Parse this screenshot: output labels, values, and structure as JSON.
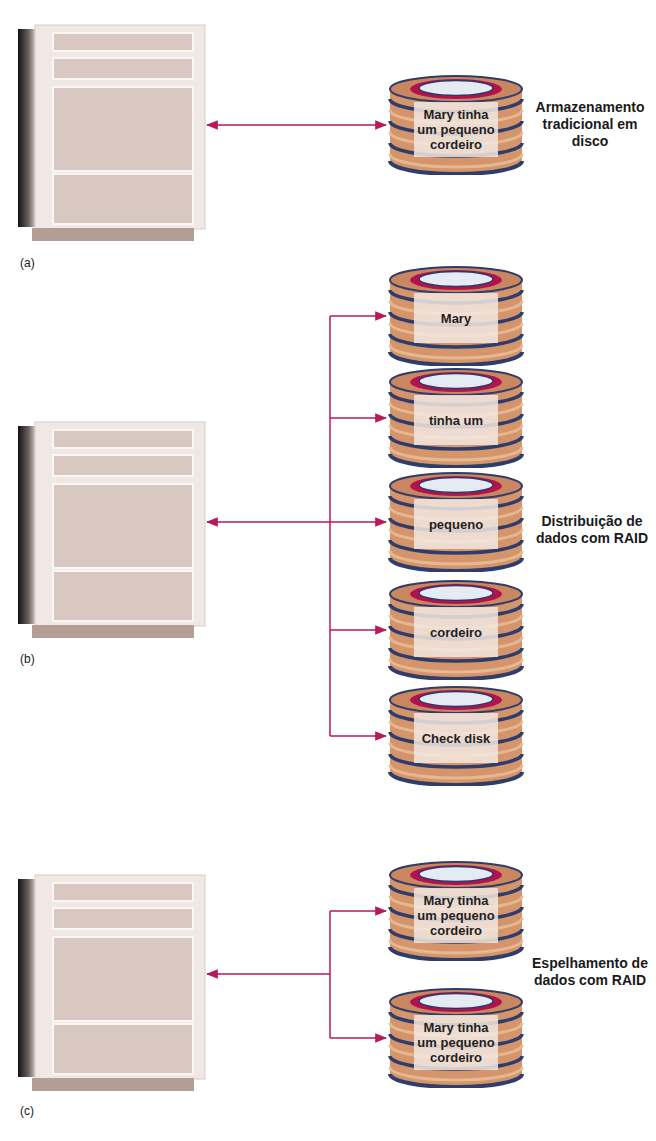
{
  "diagram": {
    "nodes": [
      {
        "text": [
          "Mary tinha um pequeno cordeiro"
        ]
      },
      {
        "text": [
          "Mary"
        ]
      },
      {
        "text": [
          "tinha um"
        ]
      },
      {
        "text": [
          "pequeno"
        ]
      },
      {
        "text": [
          "cordeiro"
        ]
      },
      {
        "text": [
          "Check disk"
        ]
      },
      {
        "text": [
          "Mary tinha um pequeno cordeiro"
        ]
      },
      {
        "text": [
          "Mary tinha um pequeno cordeiro"
        ]
      }
    ],
    "labels": [
      "Armazenamento tradicional em disco",
      "(a)",
      "Distribuição de dados com RAID",
      "(b)",
      "Espelhamento de dados com RAID",
      "(c)"
    ]
  }
}
